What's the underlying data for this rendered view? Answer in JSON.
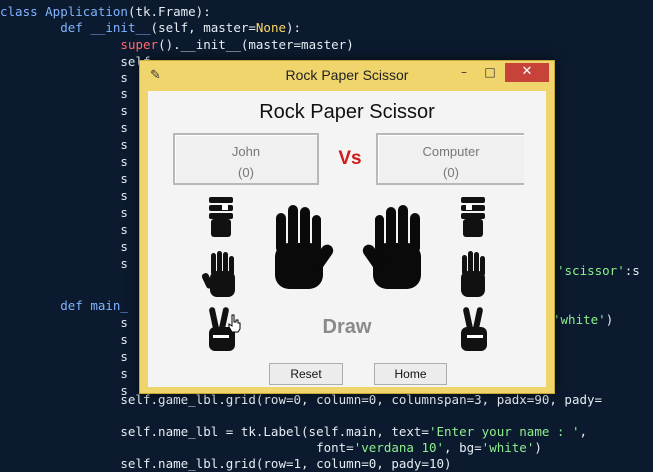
{
  "code_lines": [
    {
      "t": 4,
      "parts": [
        [
          "kw",
          "class "
        ],
        [
          "kw",
          "Application"
        ],
        [
          "",
          "(tk.Frame):"
        ]
      ]
    },
    {
      "t": 20,
      "parts": [
        [
          "",
          "        "
        ],
        [
          "kw",
          "def "
        ],
        [
          "kw",
          "__init__"
        ],
        [
          "",
          "(self, master="
        ],
        [
          "prm",
          "None"
        ],
        [
          "",
          "):"
        ]
      ]
    },
    {
      "t": 37,
      "parts": [
        [
          "",
          "                "
        ],
        [
          "kw2",
          "super"
        ],
        [
          "",
          "().__init__(master=master)"
        ]
      ]
    },
    {
      "t": 54,
      "parts": [
        [
          "",
          "                self"
        ]
      ]
    },
    {
      "t": 70,
      "parts": [
        [
          "",
          "                s"
        ]
      ]
    },
    {
      "t": 86,
      "parts": [
        [
          "",
          "                s"
        ]
      ]
    },
    {
      "t": 103,
      "parts": [
        [
          "",
          "                s"
        ]
      ]
    },
    {
      "t": 120,
      "parts": [
        [
          "",
          "                s"
        ]
      ]
    },
    {
      "t": 137,
      "parts": [
        [
          "",
          "                s"
        ]
      ]
    },
    {
      "t": 154,
      "parts": [
        [
          "",
          "                s"
        ]
      ]
    },
    {
      "t": 171,
      "parts": [
        [
          "",
          "                s"
        ]
      ]
    },
    {
      "t": 188,
      "parts": [
        [
          "",
          "                s"
        ]
      ]
    },
    {
      "t": 205,
      "parts": [
        [
          "",
          "                s"
        ]
      ]
    },
    {
      "t": 222,
      "parts": [
        [
          "",
          "                s"
        ]
      ]
    },
    {
      "t": 239,
      "parts": [
        [
          "",
          "                s"
        ]
      ]
    },
    {
      "t": 256,
      "parts": [
        [
          "",
          "                s"
        ]
      ]
    },
    {
      "t": 298,
      "parts": [
        [
          "",
          "        "
        ],
        [
          "kw",
          "def "
        ],
        [
          "kw",
          "main_"
        ]
      ]
    },
    {
      "t": 315,
      "parts": [
        [
          "",
          "                s"
        ]
      ]
    },
    {
      "t": 332,
      "parts": [
        [
          "",
          "                s"
        ]
      ]
    },
    {
      "t": 349,
      "parts": [
        [
          "",
          "                s"
        ]
      ]
    },
    {
      "t": 366,
      "parts": [
        [
          "",
          "                s"
        ]
      ]
    },
    {
      "t": 383,
      "parts": [
        [
          "",
          "                s"
        ]
      ]
    },
    {
      "t": 392,
      "parts": [
        [
          "",
          "                self.game_lbl.grid(row=0, column=0, columnspan=3, padx=90, pady="
        ]
      ]
    },
    {
      "t": 424,
      "parts": [
        [
          "",
          "                self.name_lbl = tk.Label(self.main, text="
        ],
        [
          "str",
          "'Enter your name : '"
        ],
        [
          "",
          ","
        ]
      ]
    },
    {
      "t": 440,
      "parts": [
        [
          "",
          "                                          font="
        ],
        [
          "str",
          "'verdana 10'"
        ],
        [
          "",
          ", bg="
        ],
        [
          "str",
          "'white'"
        ],
        [
          "",
          ")"
        ]
      ]
    },
    {
      "t": 456,
      "parts": [
        [
          "",
          "                self.name_lbl.grid(row=1, column=0, pady=10)"
        ]
      ]
    }
  ],
  "code_right": [
    {
      "t": 263,
      "l": 557,
      "parts": [
        [
          "str",
          "'scissor'"
        ],
        [
          "",
          ":s"
        ]
      ]
    },
    {
      "t": 312,
      "l": 553,
      "parts": [
        [
          "str",
          "'white'"
        ],
        [
          "",
          ")"
        ]
      ]
    }
  ],
  "window": {
    "title": "Rock Paper Scissor",
    "minimize": "–",
    "maximize": "□",
    "close": "✕",
    "game_title": "Rock Paper Scissor",
    "player": {
      "name": "John",
      "score": "(0)"
    },
    "computer": {
      "name": "Computer",
      "score": "(0)"
    },
    "vs": "Vs",
    "player_choice": "paper",
    "computer_choice": "paper",
    "result": "Draw",
    "reset": "Reset",
    "home": "Home"
  },
  "icons": [
    "rock-icon",
    "paper-icon",
    "scissor-icon"
  ],
  "colors": {
    "window_frame": "#f0d56c",
    "close_button": "#c7433a",
    "vs": "#d11a1a",
    "result": "#8a8a8a",
    "code_background": "#0b1a2e"
  }
}
